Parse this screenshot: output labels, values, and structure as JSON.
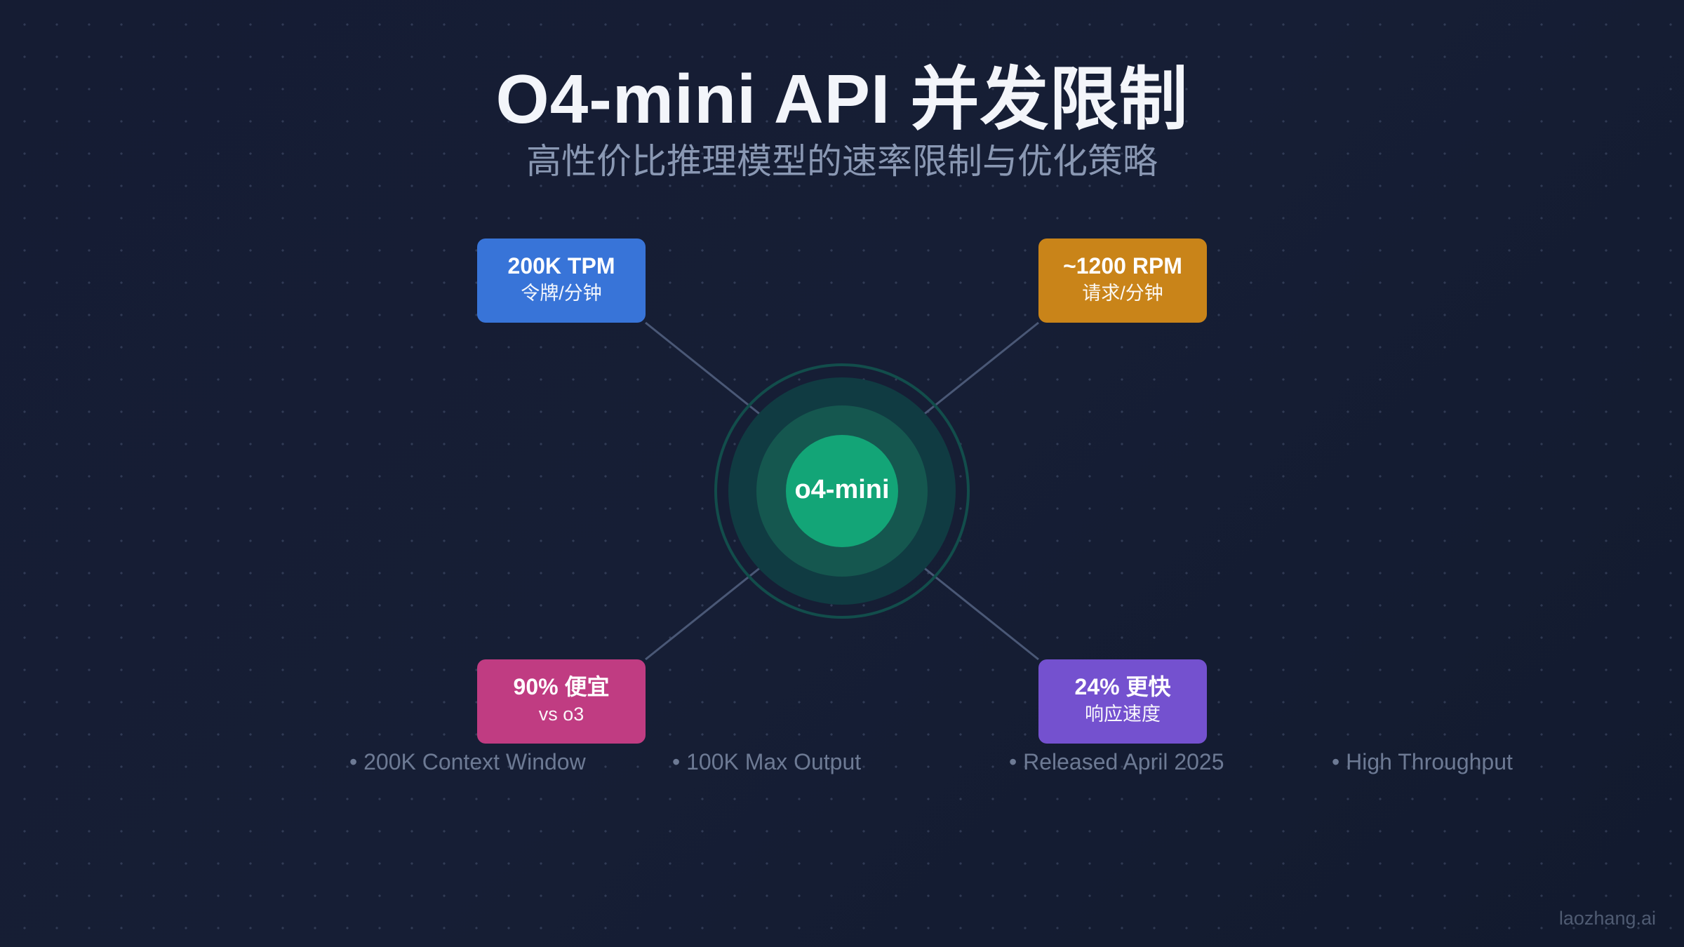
{
  "title": "O4-mini API 并发限制",
  "subtitle": "高性价比推理模型的速率限制与优化策略",
  "center": {
    "label": "o4-mini"
  },
  "cards": {
    "tpm": {
      "value": "200K TPM",
      "caption": "令牌/分钟",
      "color": "#3874d8"
    },
    "rpm": {
      "value": "~1200 RPM",
      "caption": "请求/分钟",
      "color": "#c98419"
    },
    "price": {
      "value": "90% 便宜",
      "caption": "vs o3",
      "color": "#c03c82"
    },
    "speed": {
      "value": "24% 更快",
      "caption": "响应速度",
      "color": "#7451cf"
    }
  },
  "features": [
    "• 200K Context Window",
    "• 100K Max Output",
    "• Released April 2025",
    "• High Throughput"
  ],
  "footer": "laozhang.ai",
  "colors": {
    "background": "#161e35",
    "center": "#13a577",
    "connector": "#4a5876"
  }
}
